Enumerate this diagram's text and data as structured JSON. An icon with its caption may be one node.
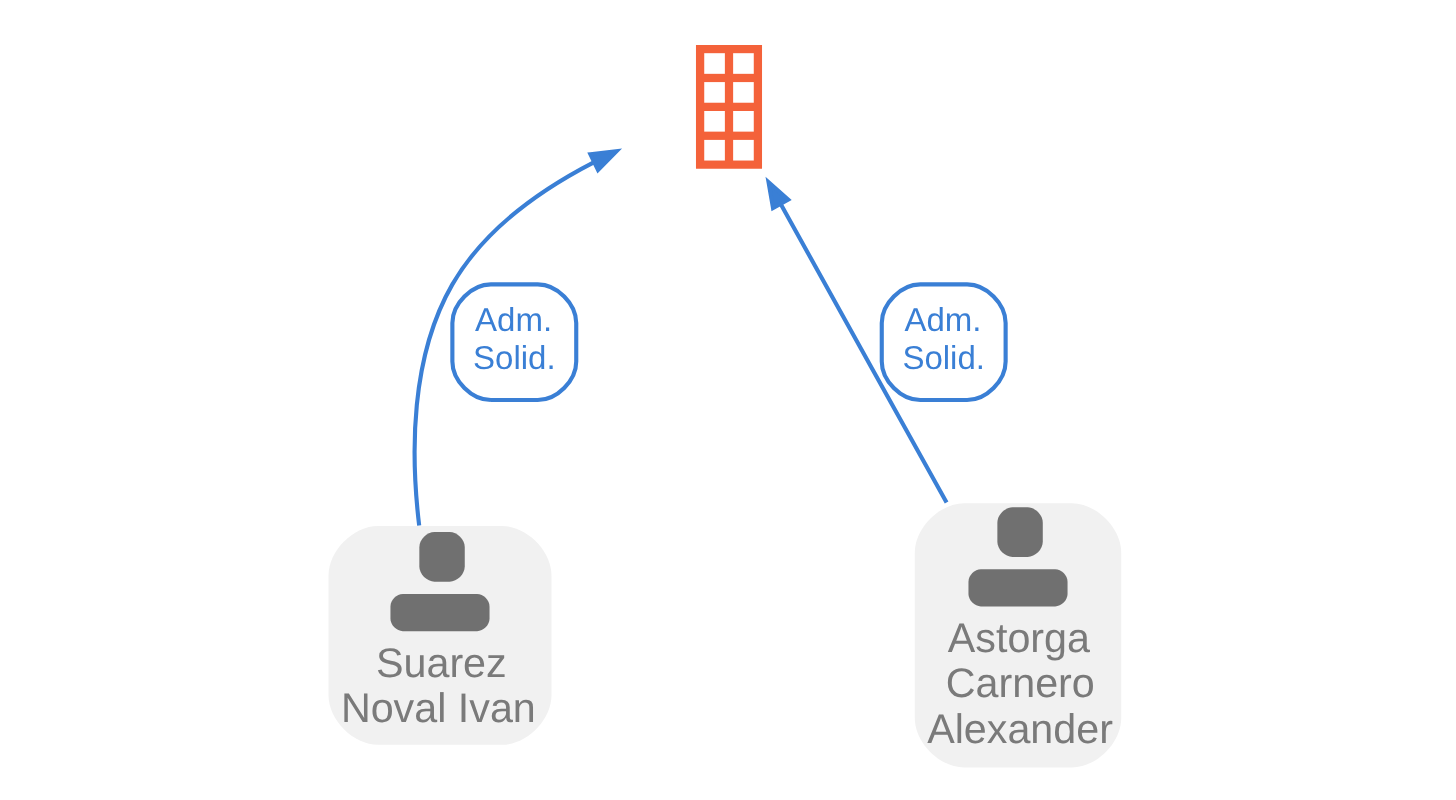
{
  "diagram": {
    "nodes": [
      {
        "text": [],
        "shape": "building"
      },
      {
        "text": [
          "Suarez Noval Ivan"
        ]
      },
      {
        "text": [
          "Astorga Carnero Alexander"
        ]
      }
    ],
    "edges": [
      {
        "from": 1,
        "to": 0,
        "arrow": "to",
        "label": "Adm. Solid."
      },
      {
        "from": 2,
        "to": 0,
        "arrow": "to",
        "label": "Adm. Solid."
      }
    ]
  }
}
